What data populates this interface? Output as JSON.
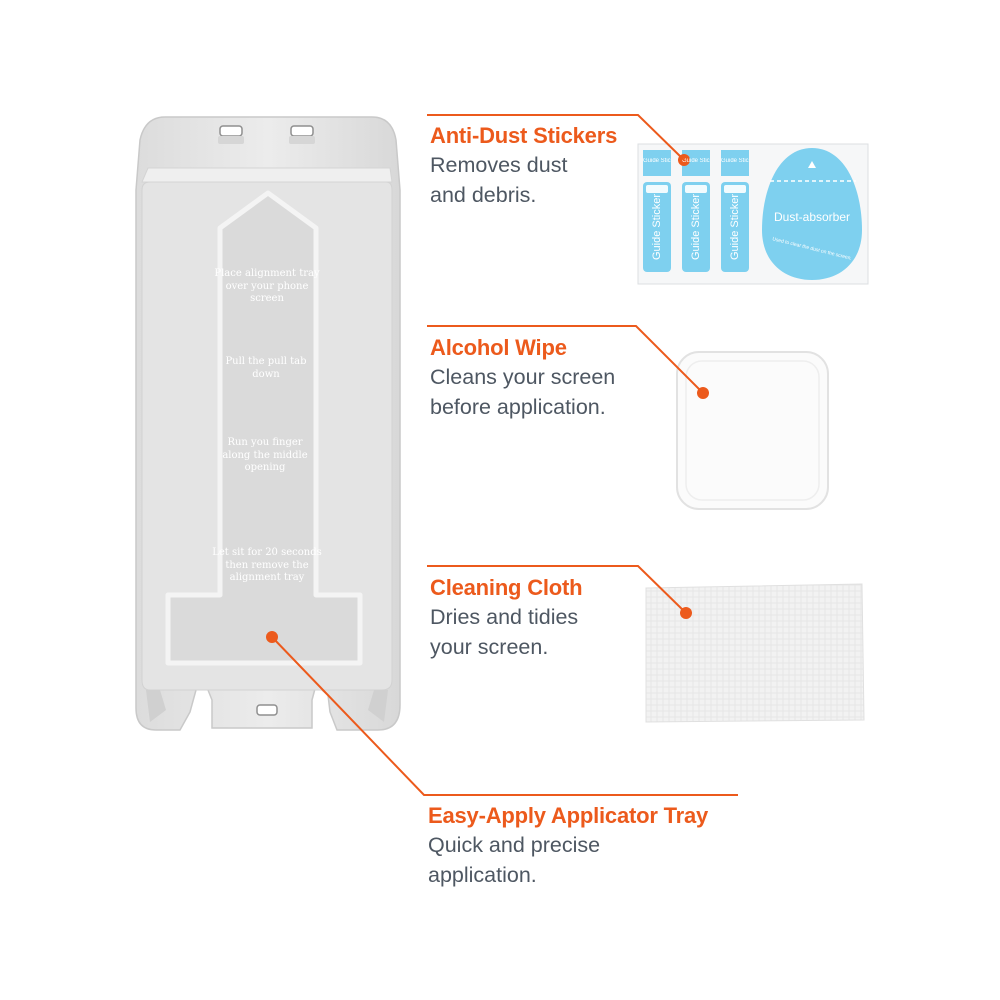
{
  "callouts": [
    {
      "title": "Anti-Dust Stickers",
      "desc_line1": "Removes dust",
      "desc_line2": "and debris."
    },
    {
      "title": "Alcohol Wipe",
      "desc_line1": "Cleans your screen",
      "desc_line2": "before application."
    },
    {
      "title": "Cleaning Cloth",
      "desc_line1": "Dries and tidies",
      "desc_line2": "your screen."
    },
    {
      "title": "Easy-Apply Applicator Tray",
      "desc_line1": "Quick and precise",
      "desc_line2": "application."
    }
  ],
  "tray": {
    "steps": [
      "Place alignment tray over your phone screen",
      "Pull the pull tab down",
      "Run you finger along the middle opening",
      "Let sit for 20 seconds then remove the alignment tray"
    ]
  },
  "stickers": {
    "guide_header": "Guide Sticker",
    "guide_label": "Guide Sticker",
    "round_label": "Dust-absorber",
    "round_note": "Used to clear the dust on the screen."
  },
  "colors": {
    "accent": "#ec5a1c",
    "description": "#4e5762",
    "sticker_blue": "#7ed0ef",
    "tray_gray": "#e6e6e6"
  }
}
